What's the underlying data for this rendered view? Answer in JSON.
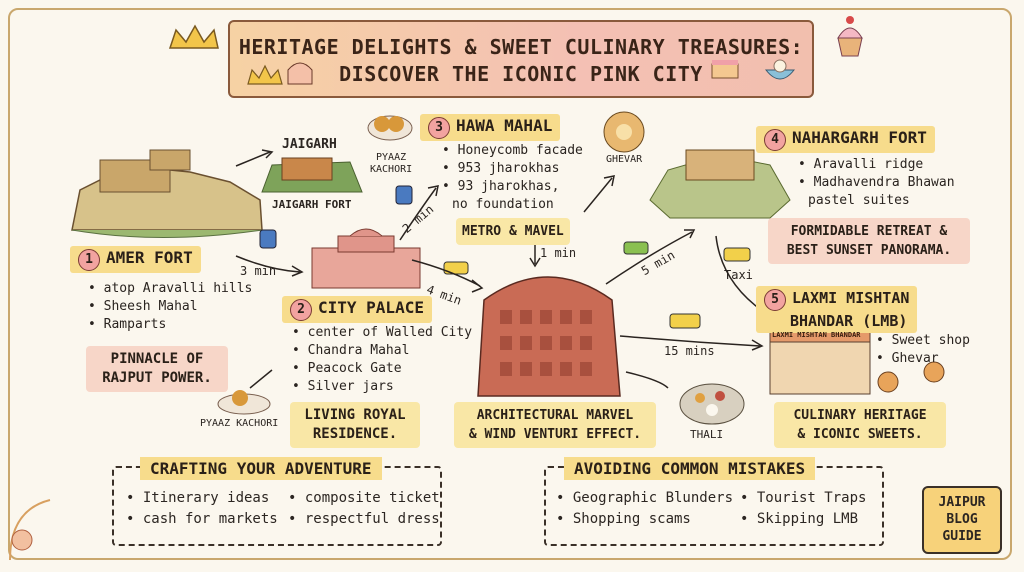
{
  "title": {
    "line1": "HERITAGE DELIGHTS & SWEET CULINARY TREASURES:",
    "line2": "DISCOVER THE ICONIC PINK CITY"
  },
  "stops": {
    "amer": {
      "num": "1",
      "name": "AMER FORT",
      "bullets": [
        "atop Aravalli hills",
        "Sheesh Mahal",
        "Ramparts"
      ],
      "summary_1": "PINNACLE OF",
      "summary_2": "RAJPUT POWER."
    },
    "city_palace": {
      "num": "2",
      "name": "CITY PALACE",
      "bullets": [
        "center of Walled City",
        "Chandra Mahal",
        "Peacock Gate",
        "Silver jars"
      ],
      "summary_1": "LIVING ROYAL",
      "summary_2": "RESIDENCE."
    },
    "hawa": {
      "num": "3",
      "name": "HAWA MAHAL",
      "bullet_1": "Honeycomb facade",
      "bullet_2": "953 jharokhas",
      "bullet_3a": "93 jharokhas,",
      "bullet_3b": "no foundation",
      "summary_1": "ARCHITECTURAL MARVEL",
      "summary_2": "& WIND VENTURI EFFECT."
    },
    "nahargarh": {
      "num": "4",
      "name": "NAHARGARH FORT",
      "bullet_1": "Aravalli ridge",
      "bullet_2a": "Madhavendra Bhawan",
      "bullet_2b": "pastel suites",
      "summary_1": "FORMIDABLE RETREAT &",
      "summary_2": "BEST SUNSET PANORAMA."
    },
    "lmb": {
      "num": "5",
      "name_1": "LAXMI MISHTAN",
      "name_2": "BHANDAR (LMB)",
      "bullets": [
        "Sweet shop",
        "Ghevar"
      ],
      "shop_sign": "LAXMI MISHTAN BHANDAR",
      "summary_1": "CULINARY HERITAGE",
      "summary_2": "& ICONIC SWEETS."
    }
  },
  "labels": {
    "jaigarh_top": "JAIGARH",
    "jaigarh_fort": "JAIGARH FORT",
    "pyaaz_kachori_top_1": "PYAAZ",
    "pyaaz_kachori_top_2": "KACHORI",
    "pyaaz_kachori_bottom": "PYAAZ KACHORI",
    "ghevar": "GHEVAR",
    "metro_mavel": "METRO & MAVEL",
    "thali": "THALI",
    "taxi": "Taxi"
  },
  "travel": {
    "amer_city": "3 min",
    "city_hawa_top": "2 min",
    "city_hawa": "4 min",
    "metro_hawa": "1 min",
    "hawa_nahargarh": "5 min",
    "hawa_lmb": "15 mins"
  },
  "adventure": {
    "title": "CRAFTING YOUR ADVENTURE",
    "items": [
      "Itinerary ideas",
      "composite ticket",
      "cash for markets",
      "respectful dress"
    ]
  },
  "mistakes": {
    "title": "AVOIDING COMMON MISTAKES",
    "items": [
      "Geographic Blunders",
      "Tourist Traps",
      "Shopping scams",
      "Skipping LMB"
    ]
  },
  "badge": {
    "line1": "JAIPUR",
    "line2": "BLOG",
    "line3": "GUIDE"
  },
  "colors": {
    "banner": "#f6d2a4",
    "accent_pink": "#f2a3a0",
    "highlight": "#f7dc8c",
    "building": "#c96b55"
  }
}
